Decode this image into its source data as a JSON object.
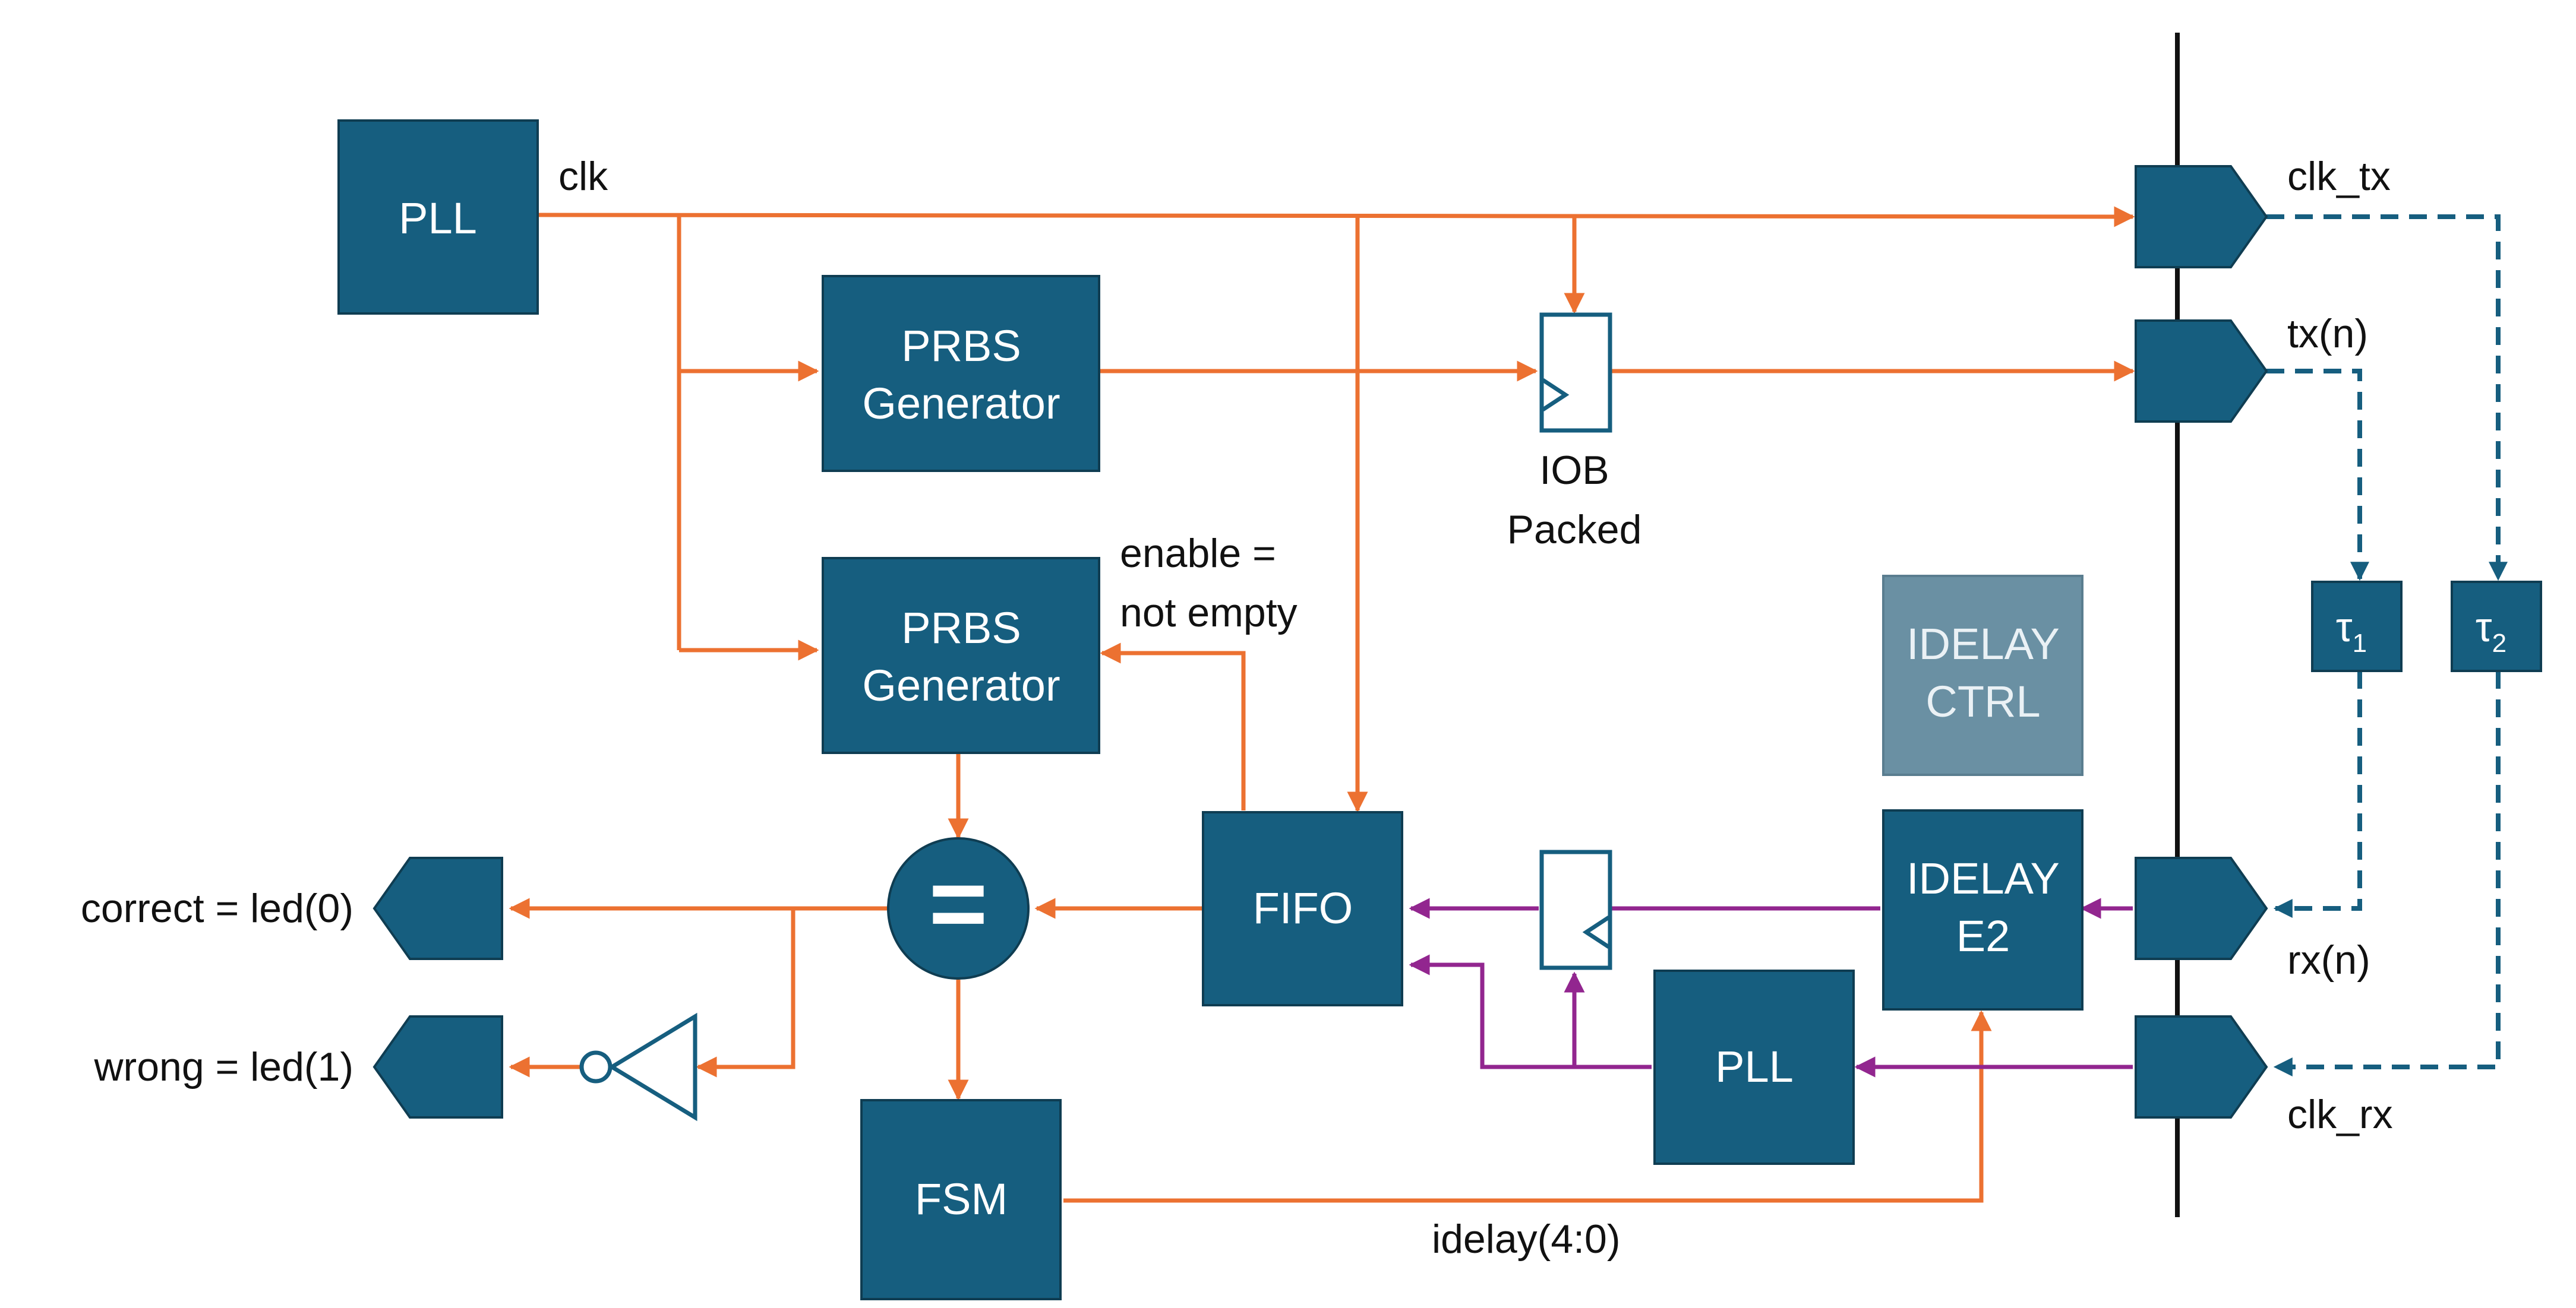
{
  "blocks": {
    "pll_top": "PLL",
    "prbs1_line1": "PRBS",
    "prbs1_line2": "Generator",
    "prbs2_line1": "PRBS",
    "prbs2_line2": "Generator",
    "fifo": "FIFO",
    "fsm": "FSM",
    "equal_symbol": "=",
    "idelayctrl_line1": "IDELAY",
    "idelayctrl_line2": "CTRL",
    "idelaye2_line1": "IDELAY",
    "idelaye2_line2": "E2",
    "pll_bottom": "PLL",
    "tau1": "τ",
    "tau1_sub": "1",
    "tau2": "τ",
    "tau2_sub": "2"
  },
  "labels": {
    "clk": "clk",
    "iob_line1": "IOB",
    "iob_line2": "Packed",
    "enable_line1": "enable =",
    "enable_line2": "not empty",
    "idelay_bus": "idelay(4:0)",
    "clk_tx": "clk_tx",
    "tx": "tx(n)",
    "rx": "rx(n)",
    "clk_rx": "clk_rx",
    "correct": "correct = led(0)",
    "wrong": "wrong = led(1)"
  },
  "colors": {
    "block": "#165e7f",
    "block_inactive": "#6a90a3",
    "signal_orange": "#ec7131",
    "signal_purple": "#92268f",
    "external_dashed": "#165e7f"
  }
}
